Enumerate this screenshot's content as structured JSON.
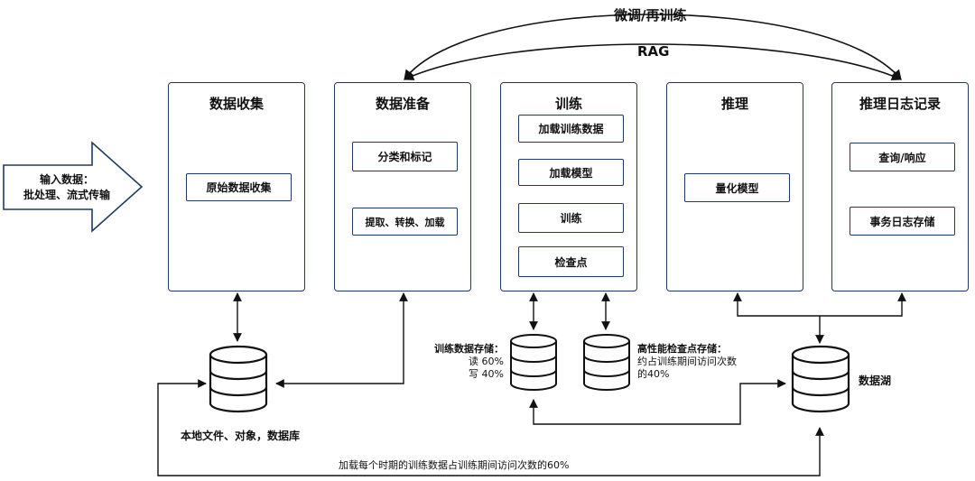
{
  "top_label_1": "微调/再训练",
  "top_label_2": "RAG",
  "input": {
    "line1": "输入数据：",
    "line2": "批处理、流式传输"
  },
  "panels": {
    "collect": {
      "title": "数据收集",
      "box1": "原始数据收集"
    },
    "prepare": {
      "title": "数据准备",
      "box1": "分类和标记",
      "box2": "提取、转换、加载"
    },
    "train": {
      "title": "训练",
      "box1": "加载训练数据",
      "box2": "加载模型",
      "box3": "训练",
      "box4": "检查点"
    },
    "infer": {
      "title": "推理",
      "box1": "量化模型"
    },
    "log": {
      "title": "推理日志记录",
      "box1": "查询/响应",
      "box2": "事务日志存储"
    }
  },
  "storage": {
    "local_label": "本地文件、对象，数据库",
    "train_store": {
      "title": "训练数据存储：",
      "read": "读 60%",
      "write": "写 40%"
    },
    "ckpt_store": {
      "title": "高性能检查点存储：",
      "line2": "约占训练期间访问次数",
      "line3": "的40%"
    },
    "lake_label": "数据湖"
  },
  "bottom_label": "加载每个时期的训练数据占训练期间访问次数的60%"
}
